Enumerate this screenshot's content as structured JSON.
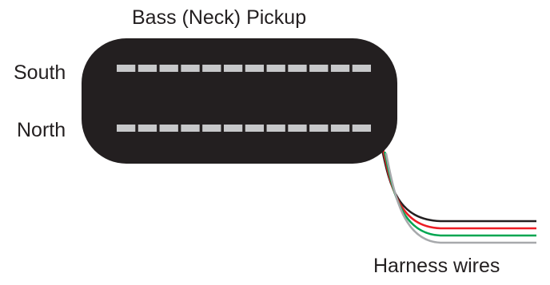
{
  "title": "Bass (Neck) Pickup",
  "poles": {
    "south_label": "South",
    "north_label": "North",
    "pole_count": 12
  },
  "wires": {
    "label": "Harness wires",
    "colors": [
      "#231f20",
      "#ed1c24",
      "#00a651",
      "#a7a9ac"
    ]
  },
  "colors": {
    "pickup_body": "#231f20",
    "pole_piece": "#c7c8ca",
    "text": "#231f20"
  }
}
